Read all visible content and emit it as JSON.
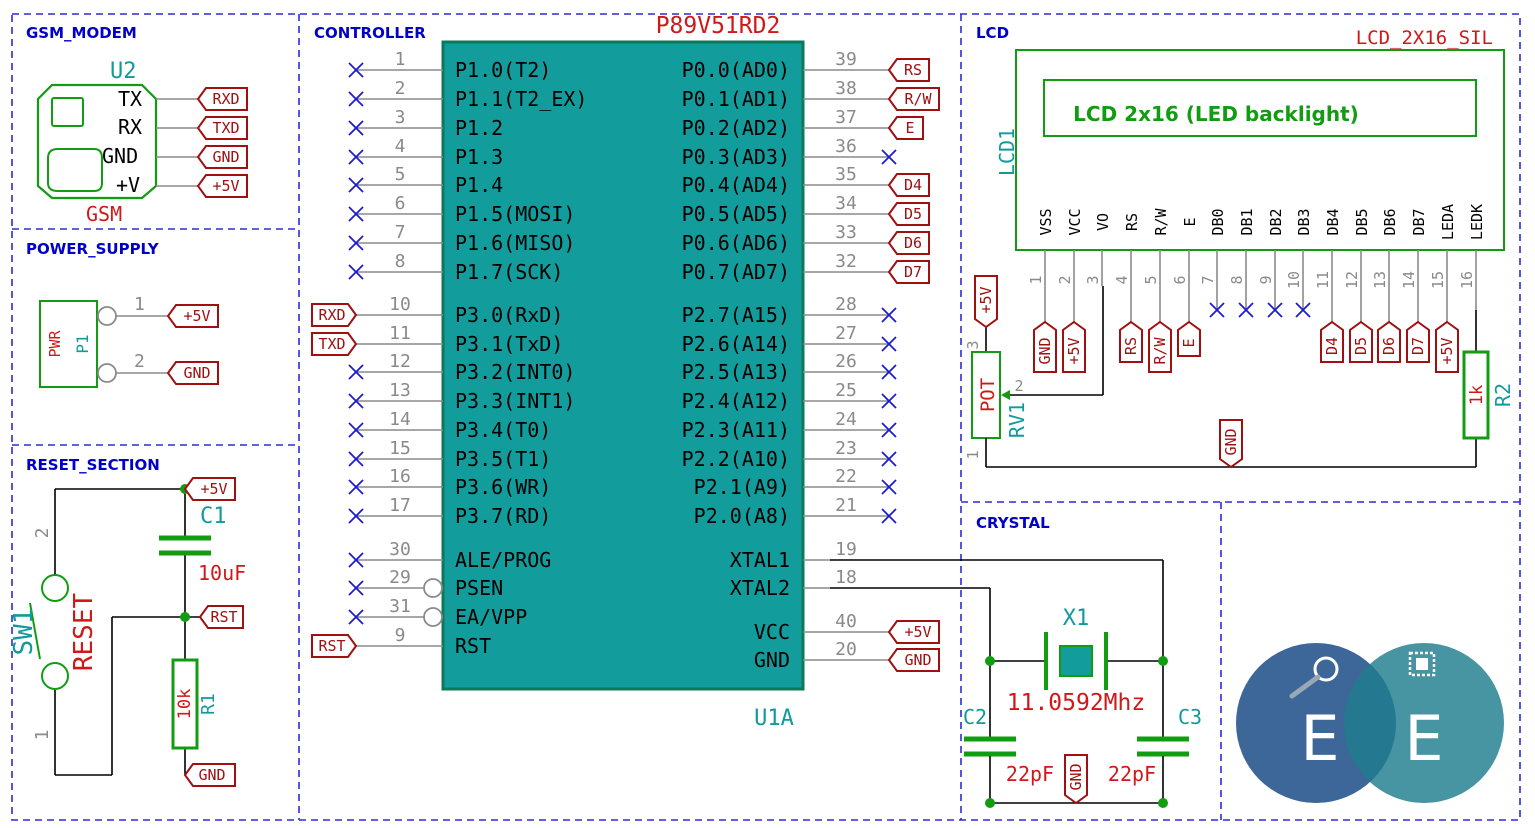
{
  "sections": {
    "gsm_modem": "GSM_MODEM",
    "power_supply": "POWER_SUPPLY",
    "reset_section": "RESET_SECTION",
    "controller": "CONTROLLER",
    "lcd": "LCD",
    "crystal": "CRYSTAL"
  },
  "gsm": {
    "ref": "U2",
    "value": "GSM",
    "pins": [
      "TX",
      "RX",
      "GND",
      "+V"
    ],
    "labels": [
      "RXD",
      "TXD",
      "GND",
      "+5V"
    ]
  },
  "power": {
    "value": "PWR",
    "ref": "P1",
    "pin1": "1",
    "pin2": "2",
    "label1": "+5V",
    "label2": "GND"
  },
  "reset": {
    "sw_ref": "SW1",
    "sw_value": "RESET",
    "sw_pin2": "2",
    "sw_pin1": "1",
    "c_ref": "C1",
    "c_value": "10uF",
    "r_ref": "R1",
    "r_value": "10k",
    "label_vcc": "+5V",
    "label_rst": "RST",
    "label_gnd": "GND"
  },
  "controller": {
    "part": "P89V51RD2",
    "ref": "U1A",
    "left_pins": [
      {
        "num": "1",
        "name": "P1.0(T2)"
      },
      {
        "num": "2",
        "name": "P1.1(T2_EX)"
      },
      {
        "num": "3",
        "name": "P1.2"
      },
      {
        "num": "4",
        "name": "P1.3"
      },
      {
        "num": "5",
        "name": "P1.4"
      },
      {
        "num": "6",
        "name": "P1.5(MOSI)"
      },
      {
        "num": "7",
        "name": "P1.6(MISO)"
      },
      {
        "num": "8",
        "name": "P1.7(SCK)"
      },
      {
        "num": "10",
        "name": "P3.0(RxD)",
        "label": "RXD"
      },
      {
        "num": "11",
        "name": "P3.1(TxD)",
        "label": "TXD"
      },
      {
        "num": "12",
        "name": "P3.2(INT0)"
      },
      {
        "num": "13",
        "name": "P3.3(INT1)"
      },
      {
        "num": "14",
        "name": "P3.4(T0)"
      },
      {
        "num": "15",
        "name": "P3.5(T1)"
      },
      {
        "num": "16",
        "name": "P3.6(WR)"
      },
      {
        "num": "17",
        "name": "P3.7(RD)"
      },
      {
        "num": "30",
        "name": "ALE/PROG"
      },
      {
        "num": "29",
        "name": "PSEN"
      },
      {
        "num": "31",
        "name": "EA/VPP"
      },
      {
        "num": "9",
        "name": "RST",
        "label": "RST"
      }
    ],
    "right_pins": [
      {
        "num": "39",
        "name": "P0.0(AD0)",
        "label": "RS"
      },
      {
        "num": "38",
        "name": "P0.1(AD1)",
        "label": "R/W"
      },
      {
        "num": "37",
        "name": "P0.2(AD2)",
        "label": "E"
      },
      {
        "num": "36",
        "name": "P0.3(AD3)"
      },
      {
        "num": "35",
        "name": "P0.4(AD4)",
        "label": "D4"
      },
      {
        "num": "34",
        "name": "P0.5(AD5)",
        "label": "D5"
      },
      {
        "num": "33",
        "name": "P0.6(AD6)",
        "label": "D6"
      },
      {
        "num": "32",
        "name": "P0.7(AD7)",
        "label": "D7"
      },
      {
        "num": "28",
        "name": "P2.7(A15)"
      },
      {
        "num": "27",
        "name": "P2.6(A14)"
      },
      {
        "num": "26",
        "name": "P2.5(A13)"
      },
      {
        "num": "25",
        "name": "P2.4(A12)"
      },
      {
        "num": "24",
        "name": "P2.3(A11)"
      },
      {
        "num": "23",
        "name": "P2.2(A10)"
      },
      {
        "num": "22",
        "name": "P2.1(A9)"
      },
      {
        "num": "21",
        "name": "P2.0(A8)"
      },
      {
        "num": "19",
        "name": "XTAL1"
      },
      {
        "num": "18",
        "name": "XTAL2"
      },
      {
        "num": "40",
        "name": "VCC",
        "label": "+5V"
      },
      {
        "num": "20",
        "name": "GND",
        "label": "GND"
      }
    ]
  },
  "lcd": {
    "part": "LCD_2X16_SIL",
    "ref": "LCD1",
    "text": "LCD 2x16 (LED backlight)",
    "pins": [
      {
        "num": "1",
        "name": "VSS",
        "label": "GND"
      },
      {
        "num": "2",
        "name": "VCC",
        "label": "+5V"
      },
      {
        "num": "3",
        "name": "VO"
      },
      {
        "num": "4",
        "name": "RS",
        "label": "RS"
      },
      {
        "num": "5",
        "name": "R/W",
        "label": "R/W"
      },
      {
        "num": "6",
        "name": "E",
        "label": "E"
      },
      {
        "num": "7",
        "name": "DB0"
      },
      {
        "num": "8",
        "name": "DB1"
      },
      {
        "num": "9",
        "name": "DB2"
      },
      {
        "num": "10",
        "name": "DB3"
      },
      {
        "num": "11",
        "name": "DB4",
        "label": "D4"
      },
      {
        "num": "12",
        "name": "DB5",
        "label": "D5"
      },
      {
        "num": "13",
        "name": "DB6",
        "label": "D6"
      },
      {
        "num": "14",
        "name": "DB7",
        "label": "D7"
      },
      {
        "num": "15",
        "name": "LEDA",
        "label": "+5V"
      },
      {
        "num": "16",
        "name": "LEDK"
      }
    ],
    "pot_value": "POT",
    "pot_ref": "RV1",
    "pot_pin3": "3",
    "pot_pin2": "2",
    "pot_pin1": "1",
    "pot_vcc": "+5V",
    "gnd_label": "GND",
    "r2_ref": "R2",
    "r2_value": "1k"
  },
  "crystal": {
    "ref": "X1",
    "value": "11.0592Mhz",
    "c2_ref": "C2",
    "c2_value": "22pF",
    "c3_ref": "C3",
    "c3_value": "22pF",
    "gnd_label": "GND"
  },
  "logo": {
    "letter_left": "E",
    "letter_right": "E"
  }
}
